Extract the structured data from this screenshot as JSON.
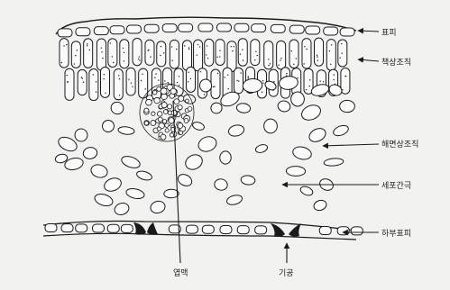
{
  "labels": {
    "epidermis": "표피",
    "palisade": "책상조직",
    "spongy": "해면상조직",
    "intercellular_space": "세포간극",
    "lower_epidermis": "하부표피",
    "vein": "엽맥",
    "stoma": "기공"
  },
  "colors": {
    "ink": "#1a1a1a",
    "paper": "#f2f2f0",
    "cell_fill": "#fafafa"
  }
}
